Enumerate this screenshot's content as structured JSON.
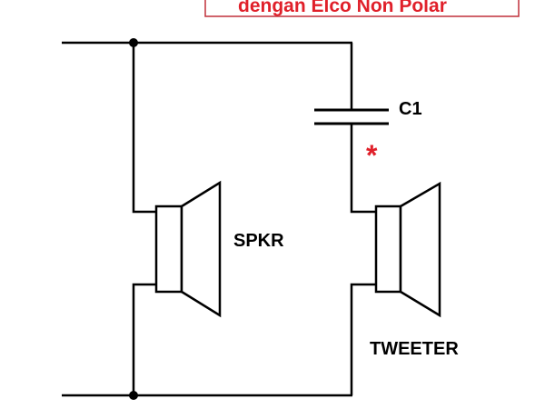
{
  "banner": {
    "text": "dengan Elco Non Polar",
    "color": "#e0202a"
  },
  "labels": {
    "capacitor": "C1",
    "note_marker": "*",
    "speaker": "SPKR",
    "tweeter": "TWEETER"
  },
  "colors": {
    "wire": "#000000",
    "accent": "#e0202a"
  }
}
